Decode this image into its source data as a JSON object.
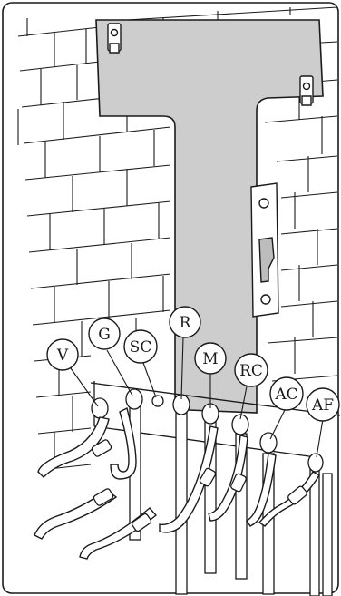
{
  "diagram": {
    "labels": [
      {
        "id": "V",
        "text": "V"
      },
      {
        "id": "G",
        "text": "G"
      },
      {
        "id": "SC",
        "text": "SC"
      },
      {
        "id": "R",
        "text": "R"
      },
      {
        "id": "M",
        "text": "M"
      },
      {
        "id": "RC",
        "text": "RC"
      },
      {
        "id": "AC",
        "text": "AC"
      },
      {
        "id": "AF",
        "text": "AF"
      }
    ],
    "colors": {
      "template_fill": "#cdcdcd",
      "line": "#1a1a1a",
      "background": "#ffffff"
    }
  }
}
